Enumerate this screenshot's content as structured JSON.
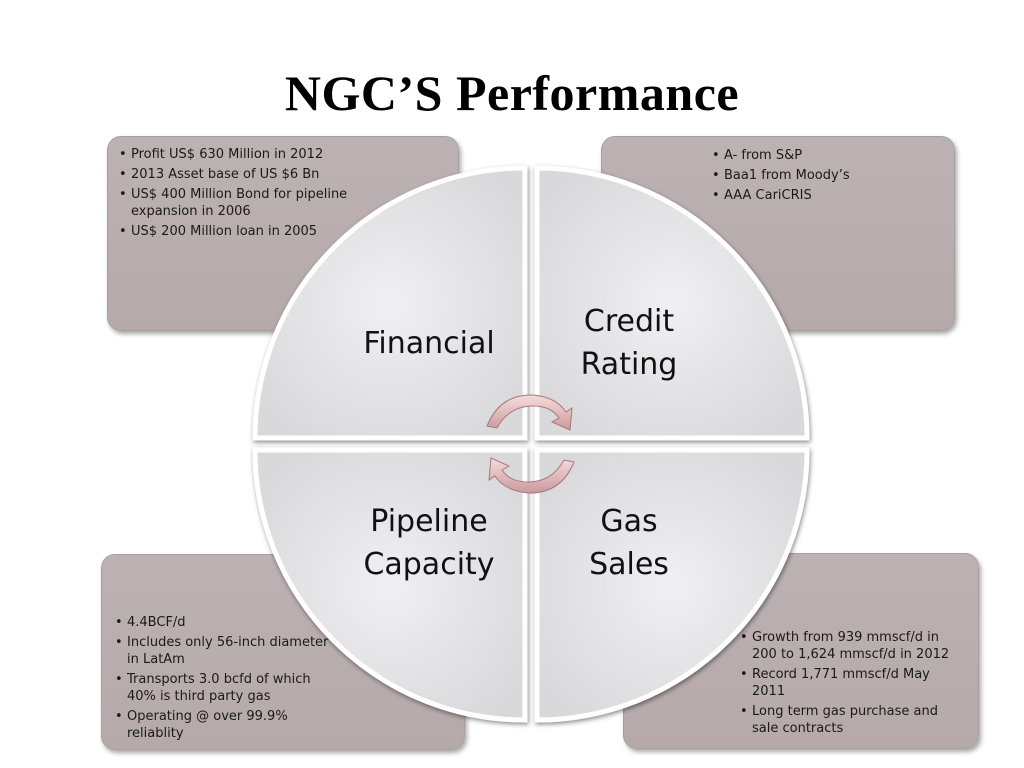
{
  "title": "NGC’S Performance",
  "quadrants": {
    "financial": {
      "label": "Financial",
      "bullets": [
        "Profit US$ 630 Million in 2012",
        "2013 Asset base of US $6 Bn",
        "US$ 400 Million Bond for pipeline expansion in 2006",
        "US$ 200 Million  loan in 2005"
      ]
    },
    "credit_rating": {
      "label_lines": [
        "Credit",
        "Rating"
      ],
      "bullets": [
        "A- from S&P",
        "Baa1 from Moody’s",
        "AAA CariCRIS"
      ]
    },
    "pipeline_capacity": {
      "label_lines": [
        "Pipeline",
        "Capacity"
      ],
      "bullets": [
        "4.4BCF/d",
        "Includes only 56-inch diameter in LatAm",
        "Transports 3.0 bcfd of which 40% is third party gas",
        "Operating @ over 99.9% reliablity"
      ]
    },
    "gas_sales": {
      "label_lines": [
        "Gas",
        "Sales"
      ],
      "bullets": [
        "Growth from 939 mmscf/d in 200 to 1,624 mmscf/d in 2012",
        "Record 1,771 mmscf/d May 2011",
        "Long term gas purchase and sale contracts"
      ]
    }
  },
  "colors": {
    "box_fill": "#b9aeaf",
    "quadrant_fill": "#e6e6e8",
    "arrow_fill": "#e8c4c6"
  },
  "icons": [
    "circular-arrows-icon"
  ]
}
